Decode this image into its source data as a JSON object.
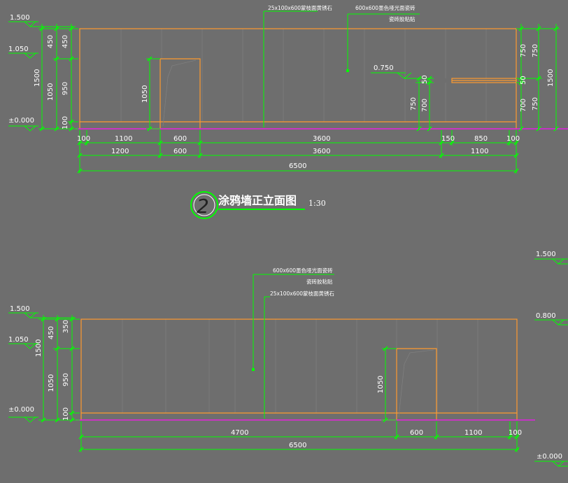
{
  "elev1": {
    "notes": {
      "stone": "25x100x600蒙枝面黄锈石",
      "tile": "600x600墨色哑光面瓷砖",
      "glue": "瓷砖胶粘贴"
    },
    "levels": {
      "l1500": "1.500",
      "l1050": "1.050",
      "l0000": "±0.000",
      "l0750": "0.750"
    },
    "left_dims": {
      "d450a": "450",
      "d450b": "450",
      "d1500": "1500",
      "d1050": "1050",
      "d950": "950",
      "d100": "100"
    },
    "door_height": "1050",
    "window_dims": {
      "d50": "50",
      "d750": "750",
      "d700": "700"
    },
    "right_dims": {
      "r750a": "750",
      "r750b": "750",
      "r1500": "1500",
      "r50": "50",
      "r700": "700",
      "r750c": "750"
    },
    "bottom_row1": [
      "100",
      "1100",
      "600",
      "3600",
      "150",
      "850",
      "100"
    ],
    "bottom_row2": [
      "1200",
      "600",
      "3600",
      "1100"
    ],
    "total": "6500"
  },
  "title": {
    "number": "2",
    "text": "涂鸦墙正立面图",
    "scale": "1:30"
  },
  "elev2": {
    "notes": {
      "tile": "600x600墨色哑光面瓷砖",
      "glue": "瓷砖胶粘贴",
      "stone": "25x100x600蒙枝面黄锈石"
    },
    "levels": {
      "l1500": "1.500",
      "l1050": "1.050",
      "l0000": "±0.000"
    },
    "left_dims": {
      "d350": "350",
      "d450": "450",
      "d1500": "1500",
      "d1050": "1050",
      "d950": "950",
      "d100": "100"
    },
    "door_height": "1050",
    "bottom_row1": [
      "4700",
      "600",
      "1100",
      "100"
    ],
    "total": "6500"
  },
  "side_levels": {
    "l1500": "1.500",
    "l0800": "0.800",
    "l0000": "±0.000"
  }
}
